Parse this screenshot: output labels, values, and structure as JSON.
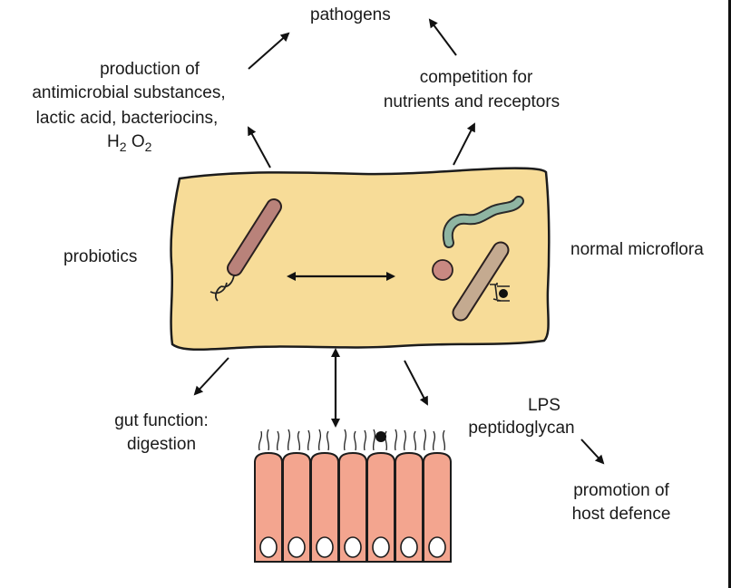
{
  "labels": {
    "pathogens": "pathogens",
    "production_line1": "production of",
    "production_line2": "antimicrobial substances,",
    "production_line3": "lactic acid, bacteriocins,",
    "h2o2_h": "H",
    "h2o2_2a": "2",
    "h2o2_o": "O",
    "h2o2_2b": "2",
    "competition_line1": "competition for",
    "competition_line2": "nutrients and receptors",
    "probiotics": "probiotics",
    "normal_microflora": "normal microflora",
    "gut_line1": "gut function:",
    "gut_line2": "digestion",
    "lps_line1": "LPS",
    "lps_line2": "peptidoglycan",
    "promotion_line1": "promotion of",
    "promotion_line2": "host defence"
  },
  "colors": {
    "lumen_fill": "#f7dc98",
    "lumen_stroke": "#1c1c1c",
    "probiotic_rod": "#b9827a",
    "flora_rod": "#c4aa90",
    "spiral": "#8fb5a2",
    "coccus": "#c98982",
    "epithelium": "#f3a58f",
    "nucleus": "#ffffff",
    "arrow": "#111111"
  },
  "icons": {
    "probiotic_bacterium": "rod-bacterium-with-flagellum",
    "flora_rod": "rod-bacterium",
    "flora_spiral": "spiral-bacterium",
    "flora_coccus": "coccus-bacterium",
    "epithelial_layer": "epithelial-cells-with-microvilli"
  }
}
